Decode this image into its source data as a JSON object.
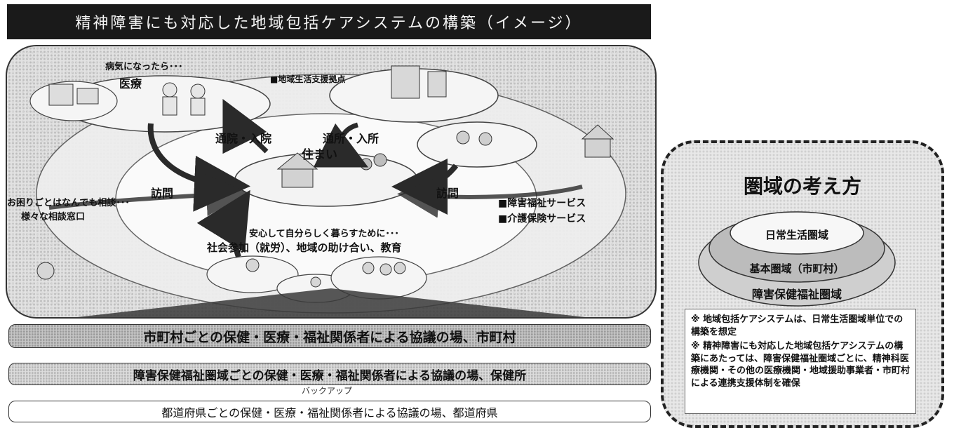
{
  "title": "精神障害にも対応した地域包括ケアシステムの構築（イメージ）",
  "diagram": {
    "medical": {
      "condition": "病気になったら･･･",
      "label": "医療"
    },
    "support_center": "■地域生活支援拠点",
    "admission": "通院・入院",
    "day_service": "通所・入所",
    "housing": "住まい",
    "visit_left": "訪問",
    "visit_right": "訪問",
    "consultation": {
      "line1": "お困りごとはなんでも相談･･･",
      "line2": "様々な相談窓口"
    },
    "welfare_services": {
      "line1": "■障害福祉サービス",
      "line2": "■介護保険サービス"
    },
    "social": {
      "line1": "安心して自分らしく暮らすために･･･",
      "line2": "社会参加（就労）、地域の助け合い、教育"
    }
  },
  "bands": {
    "municipal": "市町村ごとの保健・医療・福祉関係者による協議の場、市町村",
    "welfare_area": "障害保健福祉圏域ごとの保健・医療・福祉関係者による協議の場、保健所",
    "backup": "バックアップ",
    "prefecture": "都道府県ごとの保健・医療・福祉関係者による協議の場、都道府県"
  },
  "sidebar": {
    "title": "圏域の考え方",
    "inner": "日常生活圏域",
    "middle": "基本圏域（市町村）",
    "outer": "障害保健福祉圏域",
    "note1": "※ 地域包括ケアシステムは、日常生活圏域単位での構築を想定",
    "note2": "※ 精神障害にも対応した地域包括ケアシステムの構築にあたっては、障害保健福祉圏域ごとに、精神科医療機関・その他の医療機関・地域援助事業者・市町村による連携支援体制を確保"
  },
  "colors": {
    "title_bg": "#1a1a1a",
    "arrow": "#2a2a2a",
    "ellipse": "#f2f2f2"
  }
}
